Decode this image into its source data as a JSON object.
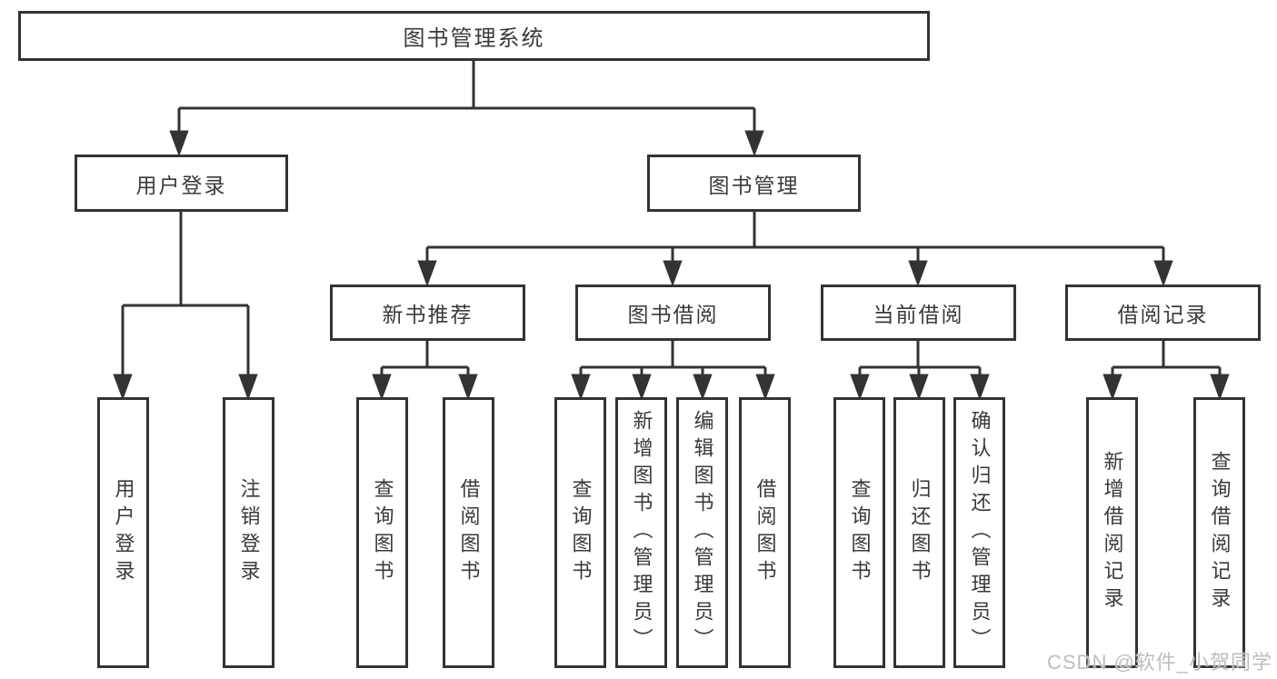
{
  "diagram": {
    "root": "图书管理系统",
    "level2": {
      "user_login": "用户登录",
      "book_mgmt": "图书管理"
    },
    "level3": {
      "new_books": "新书推荐",
      "borrowing": "图书借阅",
      "current": "当前借阅",
      "records": "借阅记录"
    },
    "leaves": {
      "login": "用户登录",
      "logout": "注销登录",
      "nb_query": "查询图书",
      "nb_borrow": "借阅图书",
      "bw_query": "查询图书",
      "bw_add": "新增图书（管理员）",
      "bw_edit": "编辑图书（管理员）",
      "bw_borrow": "借阅图书",
      "cu_query": "查询图书",
      "cu_return": "归还图书",
      "cu_confirm": "确认归还（管理员）",
      "rc_add": "新增借阅记录",
      "rc_query": "查询借阅记录"
    }
  },
  "watermark": "CSDN @软件_小贺同学",
  "colors": {
    "line": "#333333",
    "text": "#3a3a3a",
    "box_background": "#ffffff",
    "watermark": "#bdbdbd"
  }
}
